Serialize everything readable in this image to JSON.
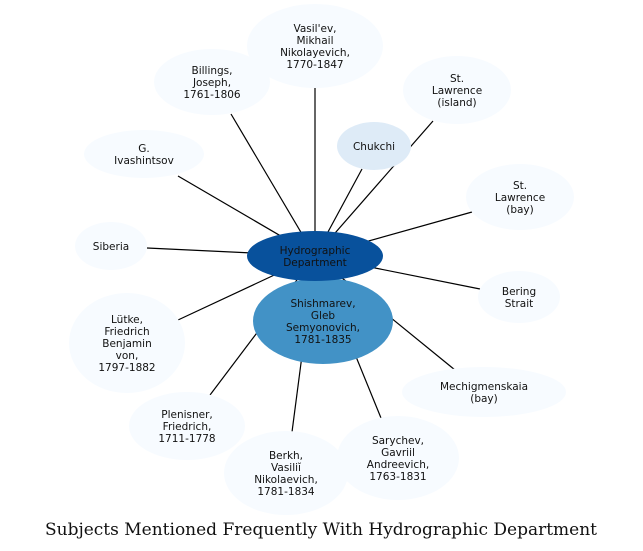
{
  "title": "Subjects Mentioned Frequently With Hydrographic Department",
  "colors": {
    "center_fill": "#08519c",
    "strong_fill": "#4292c6",
    "light_fill": "#deebf7",
    "faint_fill": "#f7fbff",
    "edge": "#000000"
  },
  "center": {
    "lines": [
      "Hydrographic",
      "Department"
    ]
  },
  "nodes": [
    {
      "id": "vasilev",
      "lines": [
        "Vasil'ev,",
        "Mikhail",
        "Nikolayevich,",
        "1770-1847"
      ]
    },
    {
      "id": "billings",
      "lines": [
        "Billings,",
        "Joseph,",
        "1761-1806"
      ]
    },
    {
      "id": "st-lawrence-island",
      "lines": [
        "St.",
        "Lawrence",
        "(island)"
      ]
    },
    {
      "id": "chukchi",
      "lines": [
        "Chukchi"
      ]
    },
    {
      "id": "ivashintsov",
      "lines": [
        "G.",
        "Ivashintsov"
      ]
    },
    {
      "id": "st-lawrence-bay",
      "lines": [
        "St.",
        "Lawrence",
        "(bay)"
      ]
    },
    {
      "id": "siberia",
      "lines": [
        "Siberia"
      ]
    },
    {
      "id": "bering-strait",
      "lines": [
        "Bering",
        "Strait"
      ]
    },
    {
      "id": "shishmarev",
      "lines": [
        "Shishmarev,",
        "Gleb",
        "Semyonovich,",
        "1781-1835"
      ]
    },
    {
      "id": "lutke",
      "lines": [
        "Lütke,",
        "Friedrich",
        "Benjamin",
        "von,",
        "1797-1882"
      ]
    },
    {
      "id": "mechigmenskaia",
      "lines": [
        "Mechigmenskaia",
        "(bay)"
      ]
    },
    {
      "id": "plenisner",
      "lines": [
        "Plenisner,",
        "Friedrich,",
        "1711-1778"
      ]
    },
    {
      "id": "sarychev",
      "lines": [
        "Sarychev,",
        "Gavriil",
        "Andreevich,",
        "1763-1831"
      ]
    },
    {
      "id": "berkh",
      "lines": [
        "Berkh,",
        "Vasiliĭ",
        "Nikolaevich,",
        "1781-1834"
      ]
    }
  ]
}
